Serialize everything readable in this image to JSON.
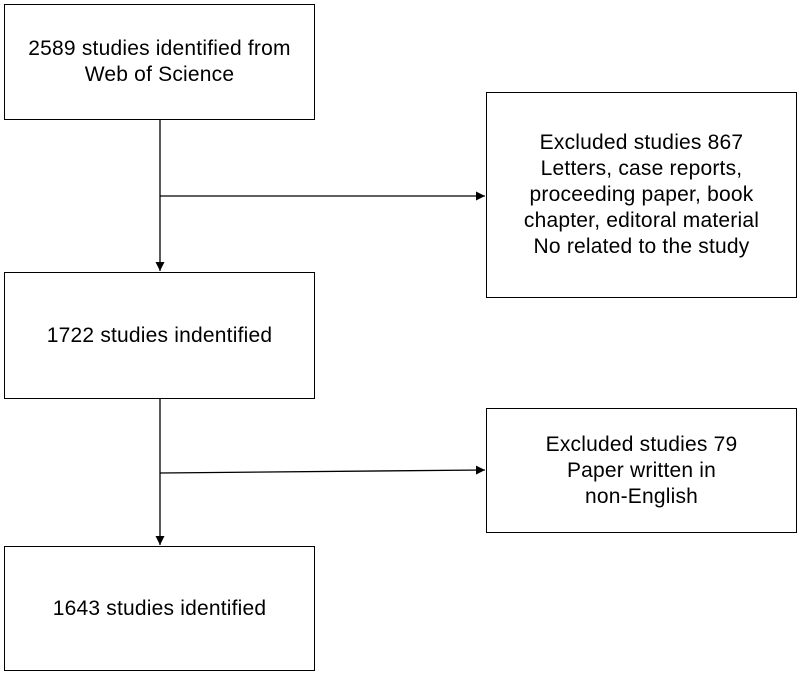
{
  "boxes": {
    "identified": {
      "lines": [
        "2589 studies identified from",
        "Web of Science"
      ]
    },
    "excluded_1": {
      "lines": [
        "Excluded studies 867",
        "Letters, case reports,",
        "proceeding paper, book",
        "chapter, editoral material",
        "No related to the study"
      ]
    },
    "step_2": {
      "lines": [
        "1722 studies indentified"
      ]
    },
    "excluded_2": {
      "lines": [
        "Excluded studies 79",
        "Paper written in",
        "non-English"
      ]
    },
    "final": {
      "lines": [
        "1643 studies identified"
      ]
    }
  },
  "colors": {
    "stroke": "#000000",
    "background": "#ffffff"
  }
}
